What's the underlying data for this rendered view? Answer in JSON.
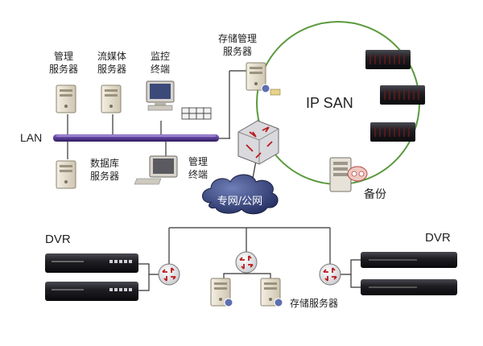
{
  "labels": {
    "mgmt_server": [
      "管理",
      "服务器"
    ],
    "stream_server": [
      "流媒体",
      "服务器"
    ],
    "monitor_terminal": [
      "监控",
      "终端"
    ],
    "storage_mgmt_server": [
      "存储管理",
      "服务器"
    ],
    "db_server": [
      "数据库",
      "服务器"
    ],
    "mgmt_terminal": [
      "管理",
      "终端"
    ],
    "lan": "LAN",
    "ip_san": "IP SAN",
    "backup": "备份",
    "network_cloud": "专网/公网",
    "dvr_left": "DVR",
    "dvr_right": "DVR",
    "storage_server": "存储服务器"
  },
  "colors": {
    "lan_bar": "#5b3d9a",
    "san_ring": "#5a9a3c",
    "router": "#b91c1c",
    "cloud": "#2a3a78",
    "device_dark": "#1f1f24"
  },
  "icons": [
    "server-icon",
    "monitor-icon",
    "router-icon",
    "core-switch-icon",
    "storage-array-icon",
    "tape-backup-icon",
    "dvr-icon",
    "cloud-icon"
  ]
}
